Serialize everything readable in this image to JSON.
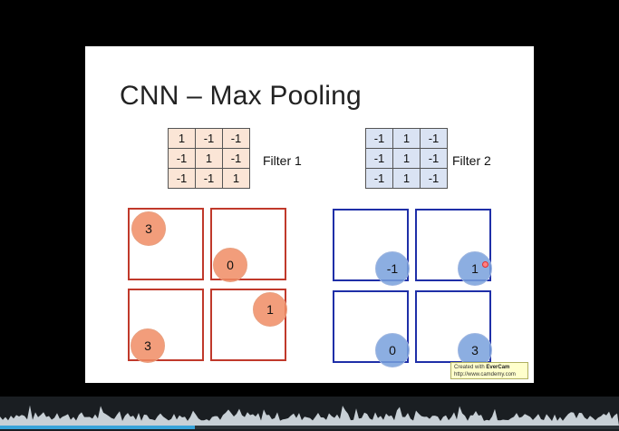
{
  "slide": {
    "title": "CNN – Max Pooling",
    "filter1": {
      "label": "Filter 1",
      "rows": [
        [
          "1",
          "-1",
          "-1"
        ],
        [
          "-1",
          "1",
          "-1"
        ],
        [
          "-1",
          "-1",
          "1"
        ]
      ]
    },
    "filter2": {
      "label": "Filter 2",
      "rows": [
        [
          "-1",
          "1",
          "-1"
        ],
        [
          "-1",
          "1",
          "-1"
        ],
        [
          "-1",
          "1",
          "-1"
        ]
      ]
    },
    "pool_red": [
      "3",
      "0",
      "3",
      "1"
    ],
    "pool_blue": [
      "-1",
      "1",
      "0",
      "3"
    ]
  },
  "watermark": {
    "line1_prefix": "Created with ",
    "line1_brand": "EverCam",
    "line2": "http://www.camdemy.com"
  },
  "player": {
    "progress": 0.315,
    "colors": {
      "progress": "#38a3d9",
      "track": "#2c3338",
      "wave": "#c8d0d6"
    }
  }
}
